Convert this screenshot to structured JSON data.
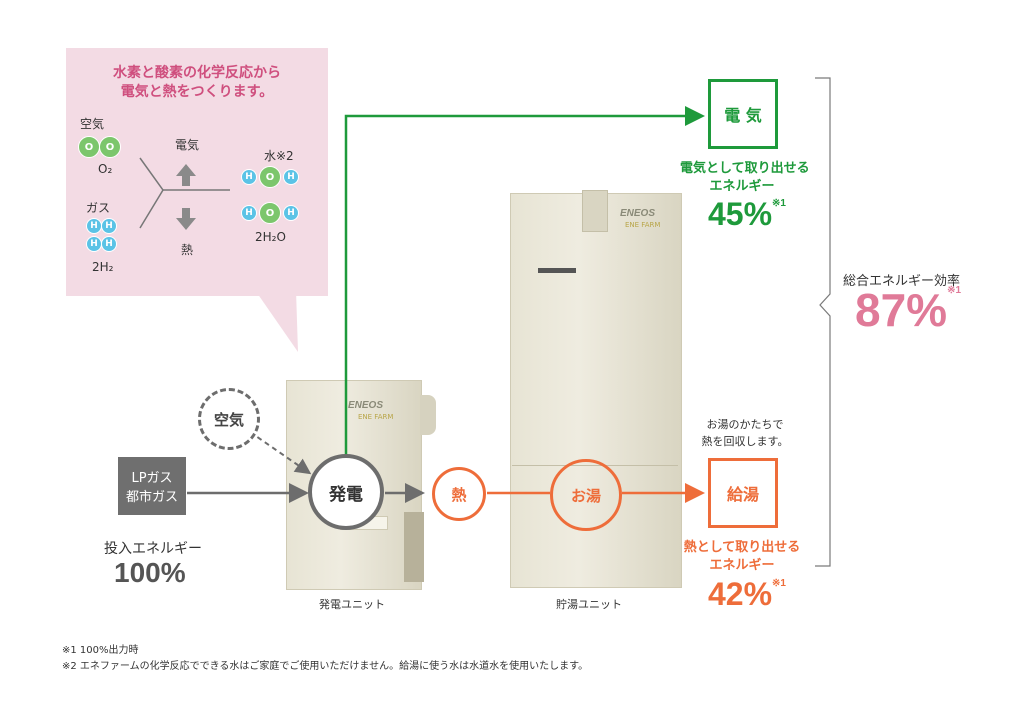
{
  "bubble": {
    "title_line1": "水素と酸素の化学反応から",
    "title_line2": "電気と熱をつくります。",
    "air_label": "空気",
    "o2_label": "O₂",
    "gas_label": "ガス",
    "h2_label": "2H₂",
    "electricity_label": "電気",
    "heat_label": "熱",
    "water_label": "水※2",
    "h2o_label": "2H₂O",
    "atom_o": "O",
    "atom_h": "H"
  },
  "input": {
    "air_circle": "空気",
    "gas_box_line1": "LPガス",
    "gas_box_line2": "都市ガス",
    "energy_label": "投入エネルギー",
    "energy_value": "100%"
  },
  "units": {
    "power_unit_label": "発電ユニット",
    "storage_unit_label": "貯湯ユニット",
    "brand": "ENEOS",
    "product": "ENE FARM"
  },
  "flow": {
    "generation": "発電",
    "heat": "熱",
    "hot_water": "お湯",
    "electricity_box": "電 気",
    "hot_water_supply_box": "給湯"
  },
  "outputs": {
    "electric_desc_line1": "電気として取り出せる",
    "electric_desc_line2": "エネルギー",
    "electric_value": "45%",
    "electric_note": "※1",
    "heat_recovery_line1": "お湯のかたちで",
    "heat_recovery_line2": "熱を回収します。",
    "heat_desc_line1": "熱として取り出せる",
    "heat_desc_line2": "エネルギー",
    "heat_value": "42%",
    "heat_note": "※1",
    "total_label": "総合エネルギー効率",
    "total_value": "87%",
    "total_note": "※1"
  },
  "colors": {
    "green": "#1e9a3b",
    "orange": "#ee6d3a",
    "pink": "#e07a98",
    "gray": "#6d6d6d",
    "bubble": "#f3dbe4"
  },
  "footnotes": {
    "note1": "※1 100%出力時",
    "note2": "※2 エネファームの化学反応でできる水はご家庭でご使用いただけません。給湯に使う水は水道水を使用いたします。"
  }
}
